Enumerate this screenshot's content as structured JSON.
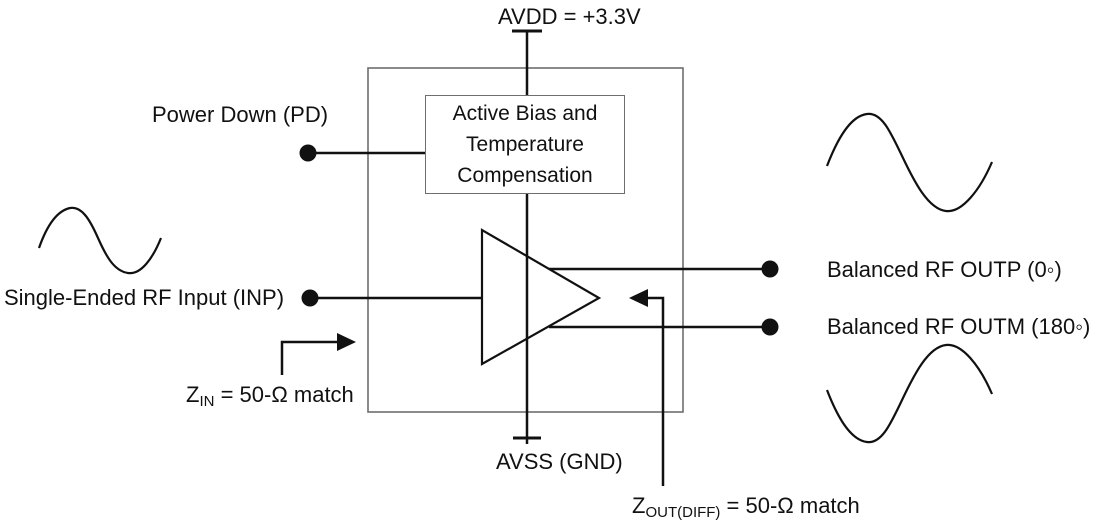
{
  "figure": {
    "type": "block-diagram",
    "description": "RF amplifier functional block diagram: single-ended input, balanced outputs",
    "colors": {
      "wire": "#111111",
      "outline": "#6e6e6e",
      "text": "#111111",
      "background": "#ffffff"
    },
    "power": {
      "avdd_label": "AVDD = +3.3V",
      "avss_label": "AVSS (GND)"
    },
    "inputs": {
      "power_down_label": "Power Down (PD)",
      "rf_input_label": "Single-Ended RF Input (INP)"
    },
    "outputs": {
      "outp_label": "Balanced RF OUTP (0◦)",
      "outm_label": "Balanced RF OUTM (180◦)"
    },
    "bias_box": {
      "lines": [
        "Active Bias and",
        "Temperature",
        "Compensation"
      ]
    },
    "impedance": {
      "zin": {
        "symbol": "Z",
        "sub": "IN",
        "rest": " = 50-Ω match"
      },
      "zout": {
        "symbol": "Z",
        "sub": "OUT(DIFF)",
        "rest": " = 50-Ω match"
      }
    }
  }
}
